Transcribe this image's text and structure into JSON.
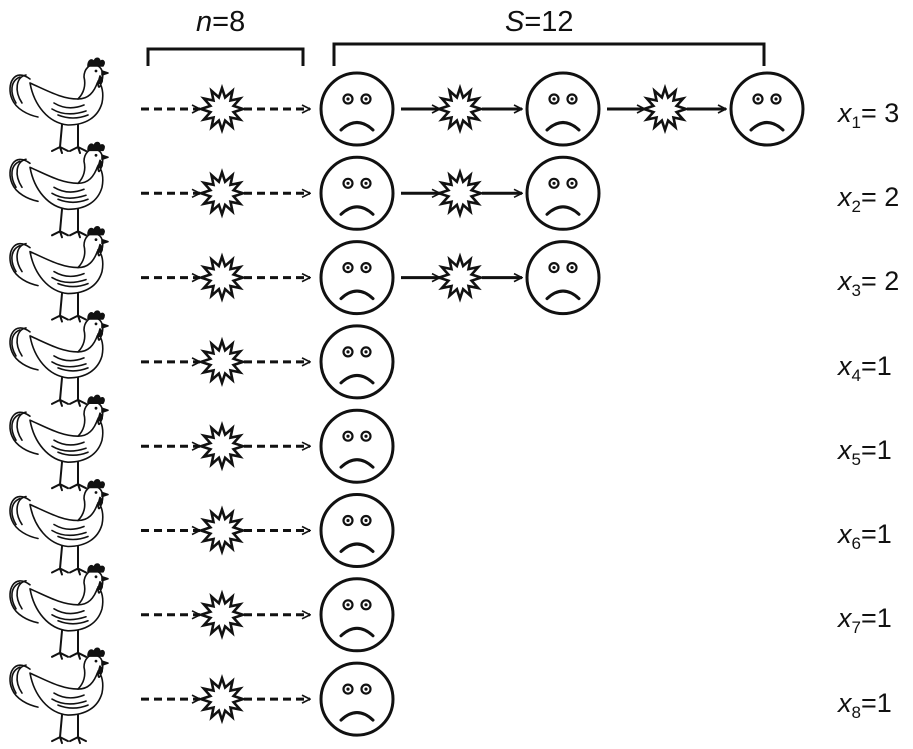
{
  "header": {
    "n": {
      "var": "n",
      "eq": "=",
      "value": "8"
    },
    "s": {
      "var": "S",
      "eq": "=",
      "value": "12"
    }
  },
  "rows": [
    {
      "faces": 3,
      "label": {
        "var": "x",
        "sub": "1",
        "eq": "= ",
        "value": "3"
      }
    },
    {
      "faces": 2,
      "label": {
        "var": "x",
        "sub": "2",
        "eq": "= ",
        "value": "2"
      }
    },
    {
      "faces": 2,
      "label": {
        "var": "x",
        "sub": "3",
        "eq": "= ",
        "value": "2"
      }
    },
    {
      "faces": 1,
      "label": {
        "var": "x",
        "sub": "4",
        "eq": "=",
        "value": "1"
      }
    },
    {
      "faces": 1,
      "label": {
        "var": "x",
        "sub": "5",
        "eq": "=",
        "value": "1"
      }
    },
    {
      "faces": 1,
      "label": {
        "var": "x",
        "sub": "6",
        "eq": "=",
        "value": "1"
      }
    },
    {
      "faces": 1,
      "label": {
        "var": "x",
        "sub": "7",
        "eq": "=",
        "value": "1"
      }
    },
    {
      "faces": 1,
      "label": {
        "var": "x",
        "sub": "8",
        "eq": "=",
        "value": "1"
      }
    }
  ],
  "icons": {
    "source": "chicken-icon",
    "event": "starburst-icon",
    "case": "sad-face-icon"
  },
  "colors": {
    "ink": "#111111",
    "paper": "#ffffff"
  }
}
